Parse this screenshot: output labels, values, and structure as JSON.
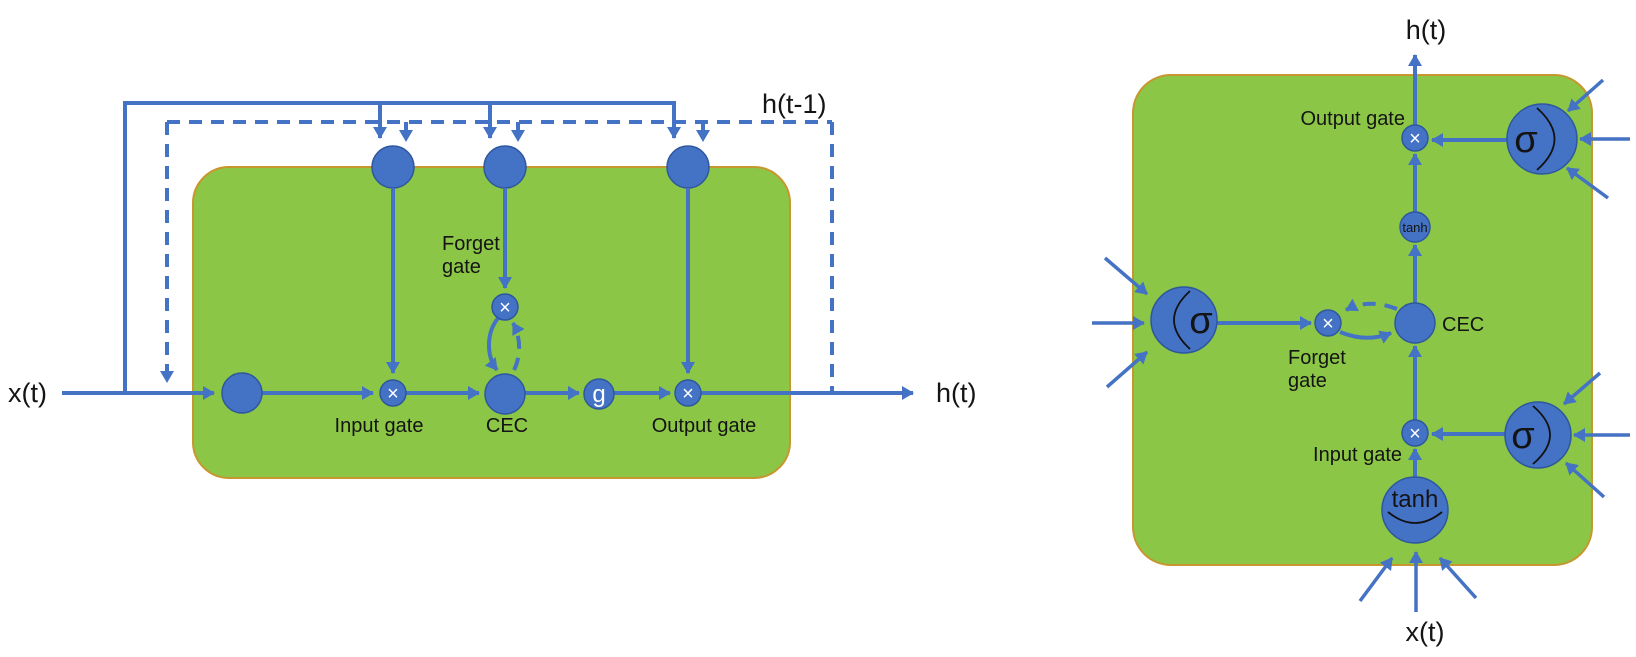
{
  "colors": {
    "node_blue": "#4472C4",
    "node_blue_border": "#2E579E",
    "cell_green": "#8CC646",
    "cell_border_orange": "#C8962E",
    "label_text": "#141414",
    "symbol_white": "#FFFFFF"
  },
  "left": {
    "x_input": "x(t)",
    "h_output": "h(t)",
    "h_prev": "h(t-1)",
    "input_gate": "Input gate",
    "output_gate": "Output gate",
    "forget_gate_line1": "Forget",
    "forget_gate_line2": "gate",
    "cec": "CEC",
    "g": "g",
    "times": "×"
  },
  "right": {
    "x_input": "x(t)",
    "h_output": "h(t)",
    "input_gate": "Input gate",
    "output_gate": "Output gate",
    "forget_gate_line1": "Forget",
    "forget_gate_line2": "gate",
    "cec": "CEC",
    "sigma": "σ",
    "tanh": "tanh",
    "times": "×"
  }
}
